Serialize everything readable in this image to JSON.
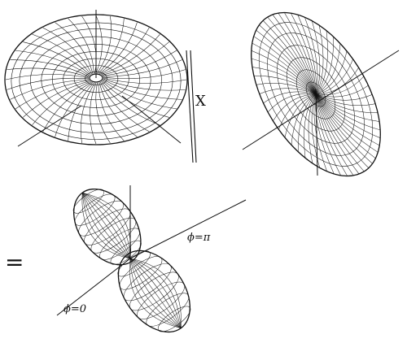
{
  "diagram": {
    "operator_times": "X",
    "operator_equals": "=",
    "axis_label_phi_0": "ϕ=0",
    "axis_label_phi_pi": "ϕ=π"
  },
  "colors": {
    "ink": "#111111",
    "paper": "#ffffff"
  }
}
